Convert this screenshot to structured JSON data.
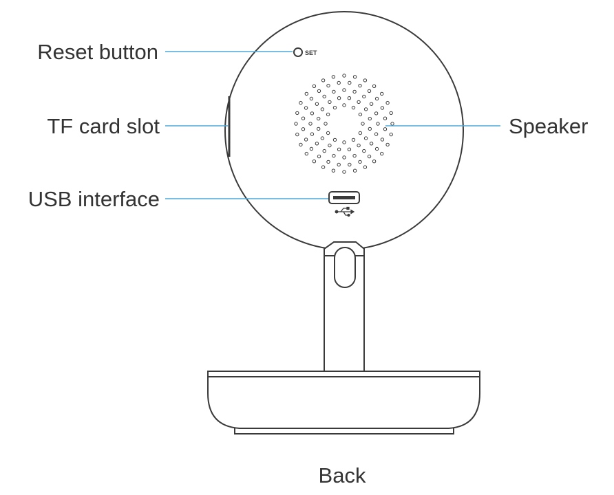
{
  "labels": {
    "reset": "Reset button",
    "tf_card": "TF card slot",
    "usb": "USB interface",
    "speaker": "Speaker",
    "set_mark": "SET"
  },
  "caption": "Back",
  "colors": {
    "outline": "#3a3a3a",
    "leader_line": "#4aa8d8",
    "text": "#333333"
  },
  "icons": {
    "usb_symbol": "usb-icon",
    "reset_hole": "reset-hole-icon"
  }
}
